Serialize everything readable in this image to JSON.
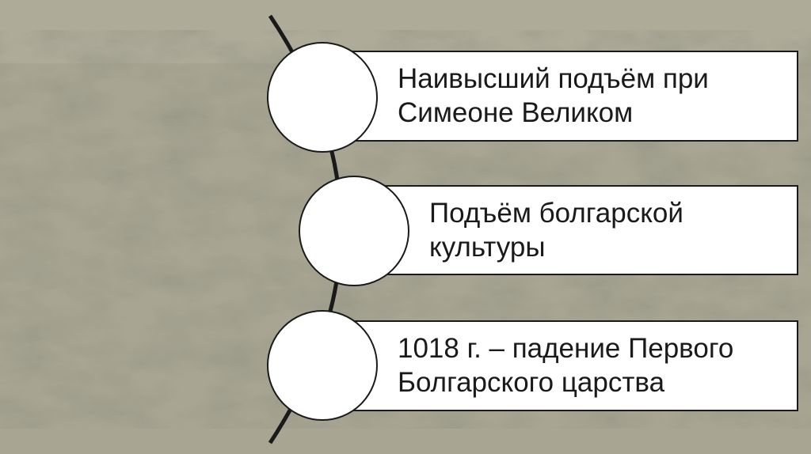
{
  "slide": {
    "background_color": "#a9a692",
    "items": [
      {
        "text": "Наивысший подъём  при\nСимеоне Великом"
      },
      {
        "text": "Подъём болгарской\nкультуры"
      },
      {
        "text": "1018 г. – падение Первого\nБолгарского царства"
      }
    ]
  }
}
